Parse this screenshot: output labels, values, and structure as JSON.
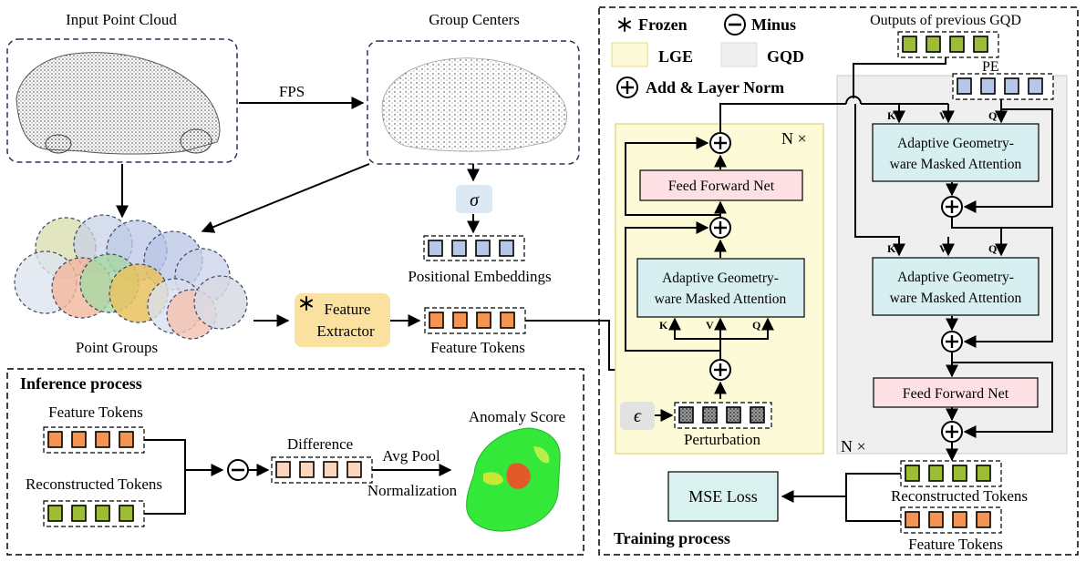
{
  "labels": {
    "input_point_cloud": "Input Point Cloud",
    "group_centers": "Group Centers",
    "fps": "FPS",
    "sigma": "σ",
    "positional_embeddings": "Positional Embeddings",
    "point_groups": "Point Groups",
    "feature_extractor_1": "Feature",
    "feature_extractor_2": "Extractor",
    "feature_tokens": "Feature Tokens"
  },
  "inference": {
    "title": "Inference process",
    "feature_tokens": "Feature Tokens",
    "reconstructed_tokens": "Reconstructed Tokens",
    "difference": "Difference",
    "avg_pool": "Avg Pool",
    "normalization": "Normalization",
    "anomaly_score": "Anomaly Score"
  },
  "legend": {
    "frozen": "Frozen",
    "minus": "Minus",
    "lge": "LGE",
    "gqd": "GQD",
    "add_layer_norm": "Add & Layer Norm"
  },
  "training": {
    "title": "Training process",
    "outputs_prev_gqd": "Outputs of previous GQD",
    "pe": "PE",
    "n_times_lge": "N ×",
    "n_times_gqd": "N ×",
    "feed_forward_lge": "Feed Forward Net",
    "attn_lge_1": "Adaptive Geometry-",
    "attn_lge_2": "ware Masked Attention",
    "attn_gqd1_1": "Adaptive Geometry-",
    "attn_gqd1_2": "ware Masked Attention",
    "attn_gqd2_1": "Adaptive Geometry-",
    "attn_gqd2_2": "ware Masked Attention",
    "feed_forward_gqd": "Feed Forward Net",
    "k": "K",
    "v": "V",
    "q": "Q",
    "epsilon": "ϵ",
    "perturbation": "Perturbation",
    "mse_loss": "MSE Loss",
    "reconstructed_tokens": "Reconstructed Tokens",
    "feature_tokens": "Feature Tokens"
  },
  "colors": {
    "lge_bg": "#fdfbd7",
    "lge_border": "#e6d98a",
    "gqd_bg": "#efefef",
    "attention": "#d8eff2",
    "feed_forward": "#fce0e3",
    "feature_token": "#f39455",
    "recon_token": "#9cbd35",
    "pos_token": "#b6c8ea",
    "diff_token": "#fbd5bd",
    "extractor": "#fbe1a0",
    "mse": "#d9f2f0",
    "sigma_box": "#dce8f6"
  }
}
